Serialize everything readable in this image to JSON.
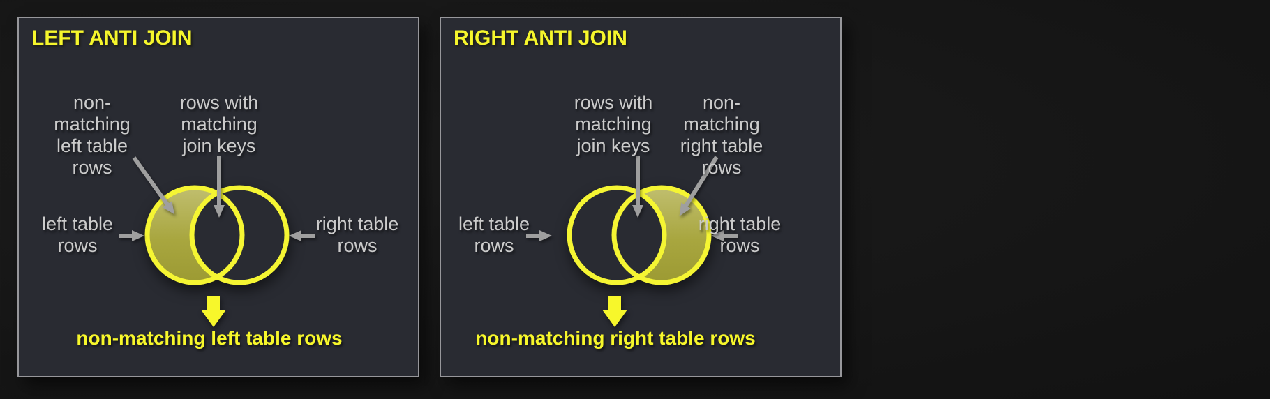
{
  "colors": {
    "page_bg": "#161616",
    "panel_bg": "#292b32",
    "panel_border": "#97979b",
    "title_yellow": "#f6f62c",
    "caption_yellow": "#f7f72b",
    "venn_stroke_yellow": "#f5f533",
    "venn_fill_olive_top": "#c0be6e",
    "venn_fill_olive_bottom": "#9c9a33",
    "label_gray": "#cbcbcb",
    "arrow_gray": "#9f9f9f"
  },
  "panels": [
    {
      "title": "LEFT ANTI JOIN",
      "labels": {
        "non_matching": "non-\nmatching\nleft table\nrows",
        "matching": "rows with\nmatching\njoin keys",
        "left_table": "left table\nrows",
        "right_table": "right table\nrows"
      },
      "caption": "non-matching left table rows"
    },
    {
      "title": "RIGHT ANTI JOIN",
      "labels": {
        "matching": "rows with\nmatching\njoin keys",
        "non_matching": "non-\nmatching\nright table\nrows",
        "left_table": "left table\nrows",
        "right_table": "right table\nrows"
      },
      "caption": "non-matching right table rows"
    }
  ]
}
